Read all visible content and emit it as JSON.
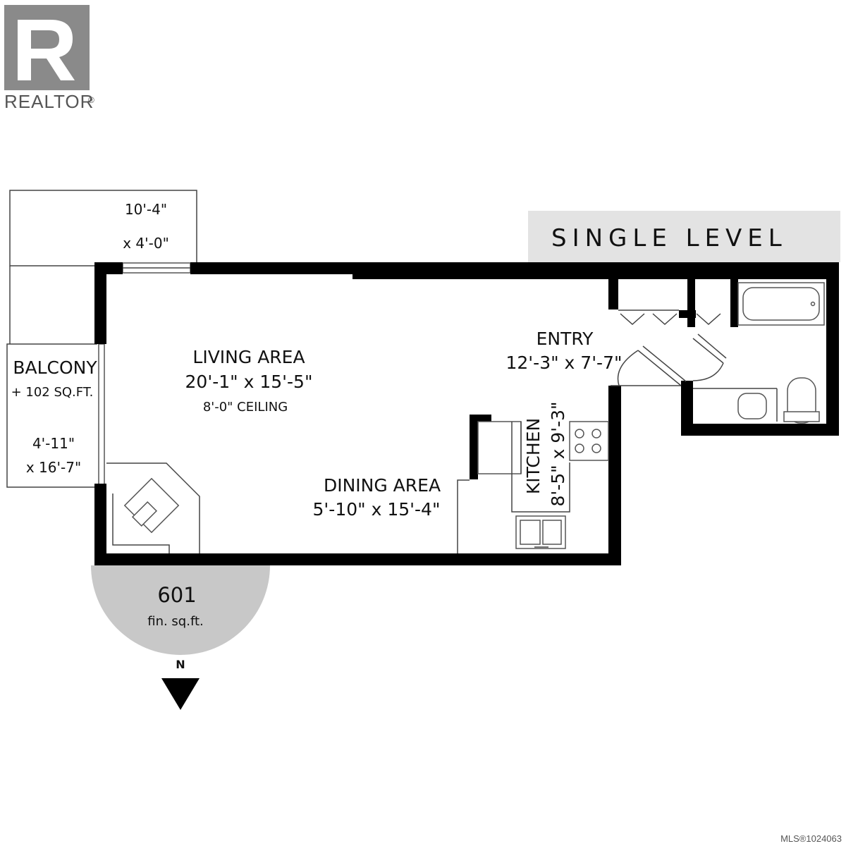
{
  "logo": {
    "brand": "REALTOR",
    "registered_mark": "®",
    "colors": {
      "mark": "#8a8a8a",
      "text": "#555555"
    }
  },
  "level_banner": {
    "label": "SINGLE LEVEL",
    "background": "#e3e3e3"
  },
  "rooms": {
    "balcony_top": {
      "dim_line1": "10'-4\"",
      "dim_line2": "x 4'-0\""
    },
    "balcony": {
      "name": "BALCONY",
      "area": "+ 102 SQ.FT.",
      "dim_line1": "4'-11\"",
      "dim_line2": "x 16'-7\""
    },
    "living": {
      "name": "LIVING AREA",
      "dimensions": "20'-1\" x 15'-5\"",
      "ceiling": "8'-0\" CEILING"
    },
    "dining": {
      "name": "DINING AREA",
      "dimensions": "5'-10\" x 15'-4\""
    },
    "entry": {
      "name": "ENTRY",
      "dimensions": "12'-3\" x 7'-7\""
    },
    "kitchen": {
      "name": "KITCHEN",
      "dimensions": "8'-5\" x 9'-3\""
    }
  },
  "summary": {
    "area": "601",
    "unit": "fin. sq.ft.",
    "disc_color": "#c8c8c8"
  },
  "compass": {
    "label": "N"
  },
  "listing": {
    "mls": "MLS®1024063"
  }
}
